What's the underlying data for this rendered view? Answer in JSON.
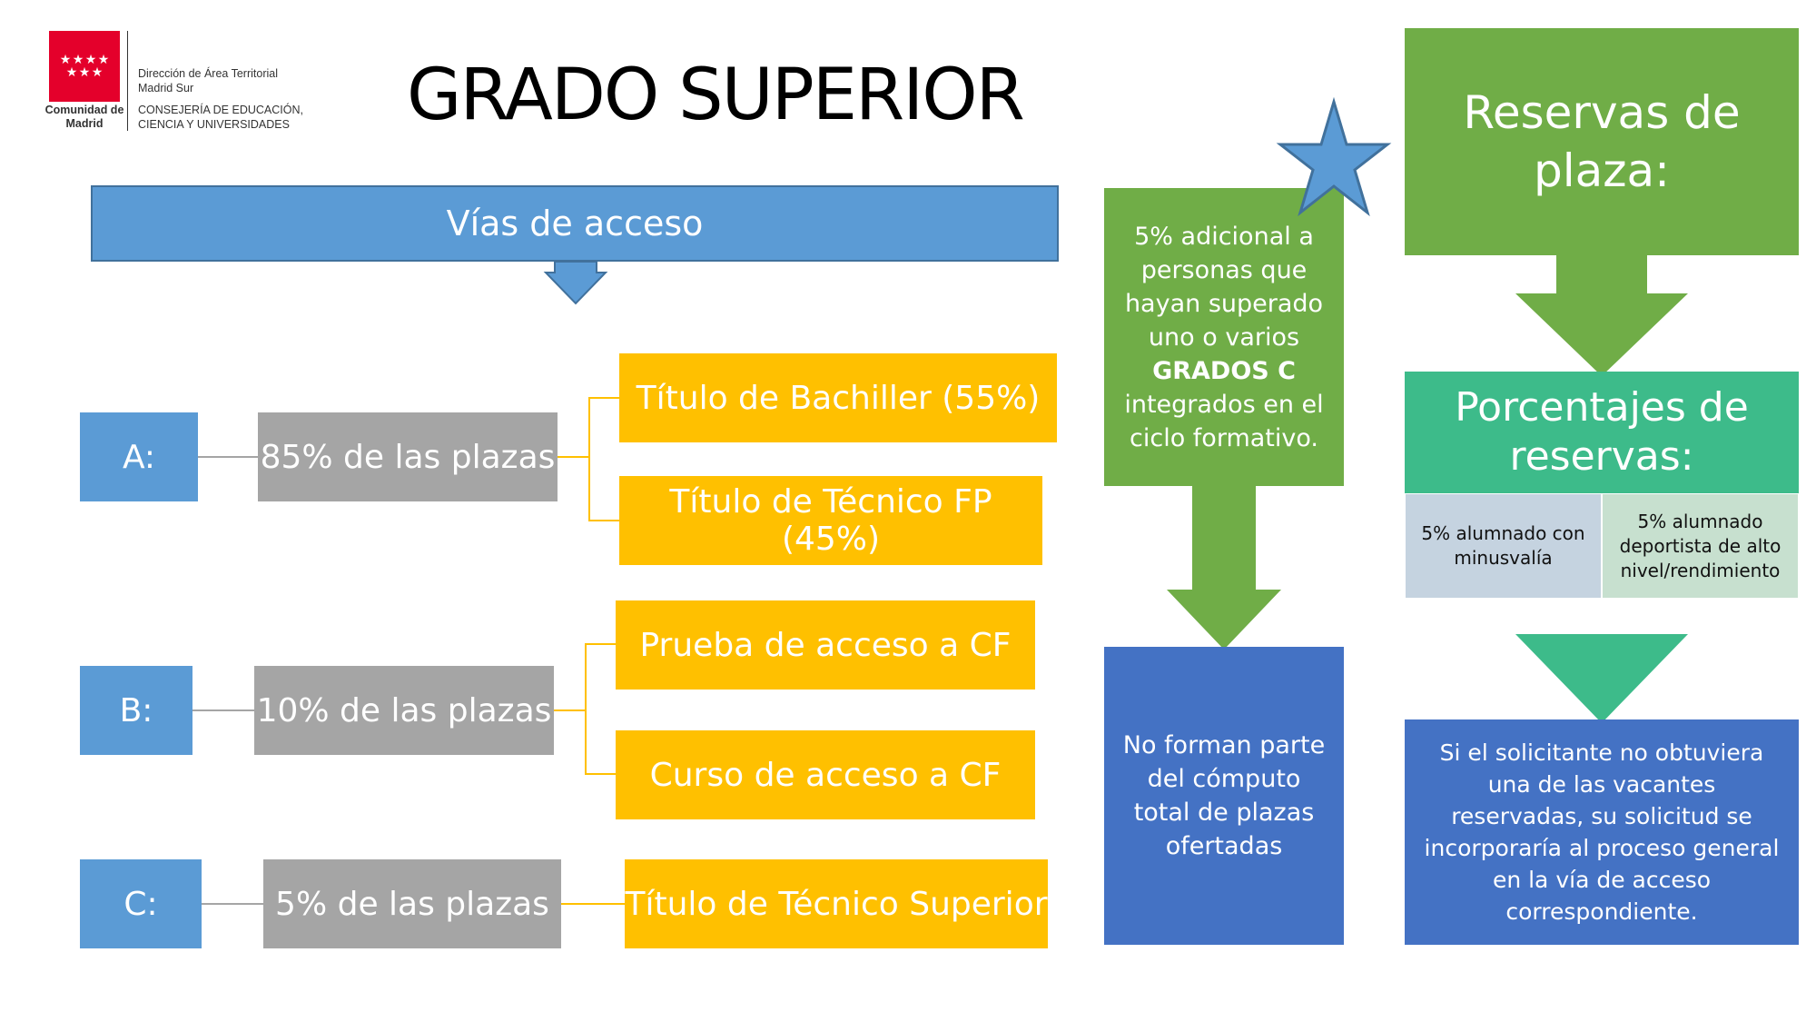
{
  "logo": {
    "region": "Comunidad de Madrid",
    "line1": "Dirección de Área Territorial",
    "line2": "Madrid Sur",
    "line3": "CONSEJERÍA DE EDUCACIÓN,",
    "line4": "CIENCIA Y UNIVERSIDADES"
  },
  "title": "GRADO SUPERIOR",
  "vias": {
    "header": "Vías de acceso",
    "rows": [
      {
        "letter": "A:",
        "share": "85% de las plazas",
        "options": [
          "Título de Bachiller (55%)",
          "Título de Técnico FP (45%)"
        ]
      },
      {
        "letter": "B:",
        "share": "10% de las plazas",
        "options": [
          "Prueba de acceso a CF",
          "Curso de acceso a CF"
        ]
      },
      {
        "letter": "C:",
        "share": "5% de las plazas",
        "options": [
          "Título de Técnico Superior"
        ]
      }
    ]
  },
  "extra": {
    "text_pre": "5%  adicional a personas que hayan superado uno o varios",
    "text_bold": "GRADOS C",
    "text_post": "integrados en el ciclo formativo.",
    "result": "No forman parte del cómputo total de plazas ofertadas"
  },
  "reservas": {
    "title": "Reservas de plaza:",
    "subtitle": "Porcentajes de reservas:",
    "left": "5% alumnado con minusvalía",
    "right": "5% alumnado deportista de alto nivel/rendimiento",
    "note": "Si el solicitante no obtuviera una de las vacantes reservadas, su solicitud se incorporaría al proceso general en la vía de acceso correspondiente."
  },
  "colors": {
    "blue_light": "#5b9bd5",
    "grey": "#a5a5a5",
    "gold": "#ffc000",
    "green": "#70ad47",
    "teal": "#3dbb8a",
    "royal_blue": "#4472c4",
    "brand_red": "#e4002b"
  }
}
